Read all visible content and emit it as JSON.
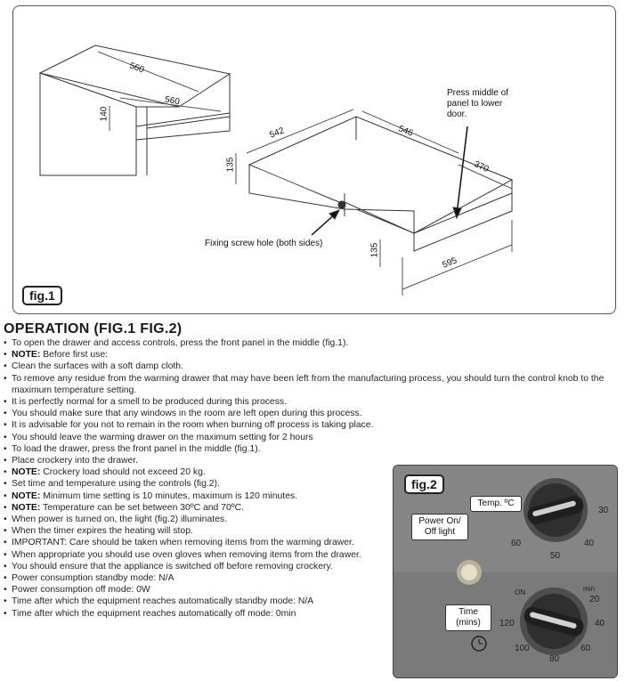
{
  "fig1": {
    "tag": "fig.1",
    "dimensions": {
      "d560a": "560",
      "d560b": "560",
      "d140": "140",
      "d542": "542",
      "d546": "546",
      "d370": "370",
      "d135a": "135",
      "d135b": "135",
      "d595": "595"
    },
    "press_note": "Press middle of panel to lower door.",
    "screw_note": "Fixing screw hole (both sides)"
  },
  "section_heading": "OPERATION (FIG.1 FIG.2)",
  "operation_items": [
    {
      "bold": "",
      "text": "To open the drawer and access controls, press the front panel in the middle (fig.1)."
    },
    {
      "bold": "NOTE:",
      "text": " Before first use:"
    },
    {
      "bold": "",
      "text": "Clean the surfaces with a soft damp cloth."
    },
    {
      "bold": "",
      "text": "To remove any residue from the warming drawer that may have been left from the manufacturing process, you should turn the control knob to the"
    },
    {
      "bold": "",
      "text": "maximum temperature setting.",
      "cont": true
    },
    {
      "bold": "",
      "text": "It is perfectly normal for a smell to be produced during this process."
    },
    {
      "bold": "",
      "text": "You should make sure that any windows in the room are left open during this process."
    },
    {
      "bold": "",
      "text": "It is advisable for you not to remain in the room when burning off process is taking place."
    },
    {
      "bold": "",
      "text": "You should leave the warming drawer on the maximum setting for 2 hours"
    },
    {
      "bold": "",
      "text": "To load the drawer, press the front panel in the middle (fig.1)."
    },
    {
      "bold": "",
      "text": "Place crockery into the drawer."
    },
    {
      "bold": "NOTE:",
      "text": " Crockery load should not exceed 20 kg."
    },
    {
      "bold": "",
      "text": "Set time and temperature using the controls (fig.2)."
    },
    {
      "bold": "NOTE:",
      "text": " Minimum time setting is 10 minutes, maximum is 120 minutes."
    },
    {
      "bold": "NOTE:",
      "text": " Temperature can be set between 30ºC and 70ºC."
    },
    {
      "bold": "",
      "text": "When power is turned on, the light (fig.2) illuminates."
    },
    {
      "bold": "",
      "text": "When the timer expires the heating will stop."
    },
    {
      "bold": "",
      "text": "IMPORTANT: Care should be taken when removing items from the warming drawer."
    },
    {
      "bold": "",
      "text": "When appropriate you should use oven gloves when removing items from the drawer."
    },
    {
      "bold": "",
      "text": "You should ensure that the appliance is switched off before removing crockery."
    },
    {
      "bold": "",
      "text": "Power consumption standby mode: N/A"
    },
    {
      "bold": "",
      "text": "Power consumption off mode: 0W"
    },
    {
      "bold": "",
      "text": "Time after which the equipment reaches automatically standby mode: N/A"
    },
    {
      "bold": "",
      "text": "Time after which the equipment reaches automatically off mode: 0min"
    }
  ],
  "fig2": {
    "tag": "fig.2",
    "temp_callout": "Temp. ºC",
    "power_callout": "Power On/ Off light",
    "time_callout": "Time (mins)",
    "temp_scale": {
      "t30": "30",
      "t40": "40",
      "t50": "50",
      "t60": "60"
    },
    "time_scale": {
      "on": "ON",
      "t20": "20",
      "t40": "40",
      "t60": "60",
      "t80": "80",
      "t100": "100",
      "t120": "120",
      "min": "min"
    }
  },
  "colors": {
    "panel_gray": "#6f6f6f",
    "steel": "#8a8a8a",
    "text": "#262626"
  }
}
